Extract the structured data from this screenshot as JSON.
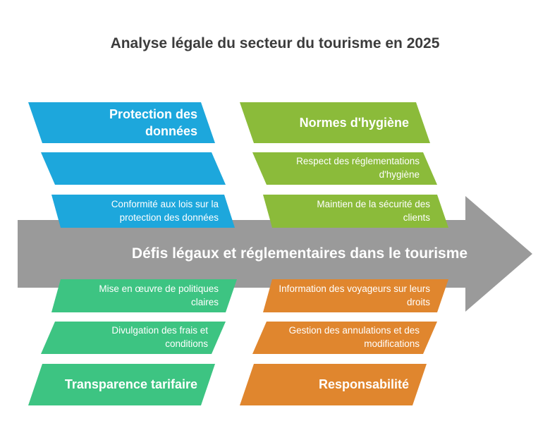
{
  "title": "Analyse légale du secteur du tourisme en 2025",
  "spine": "Défis légaux et réglementaires dans le tourisme",
  "colors": {
    "blue": "#1da7dc",
    "lime": "#8bbb3a",
    "green": "#3dc482",
    "orange": "#e0862e",
    "spine": "#9a9a9a"
  },
  "top_left": {
    "head": "Protection des données",
    "items": [
      "",
      "Conformité aux lois sur la protection des données"
    ]
  },
  "top_right": {
    "head": "Normes d'hygiène",
    "items": [
      "Respect des réglementations d'hygiène",
      "Maintien de la sécurité des clients"
    ]
  },
  "bottom_left": {
    "head": "Transparence tarifaire",
    "items": [
      "Mise en œuvre de politiques claires",
      "Divulgation des frais et conditions"
    ]
  },
  "bottom_right": {
    "head": "Responsabilité",
    "items": [
      "Information des voyageurs sur leurs droits",
      "Gestion des annulations et des modifications"
    ]
  }
}
